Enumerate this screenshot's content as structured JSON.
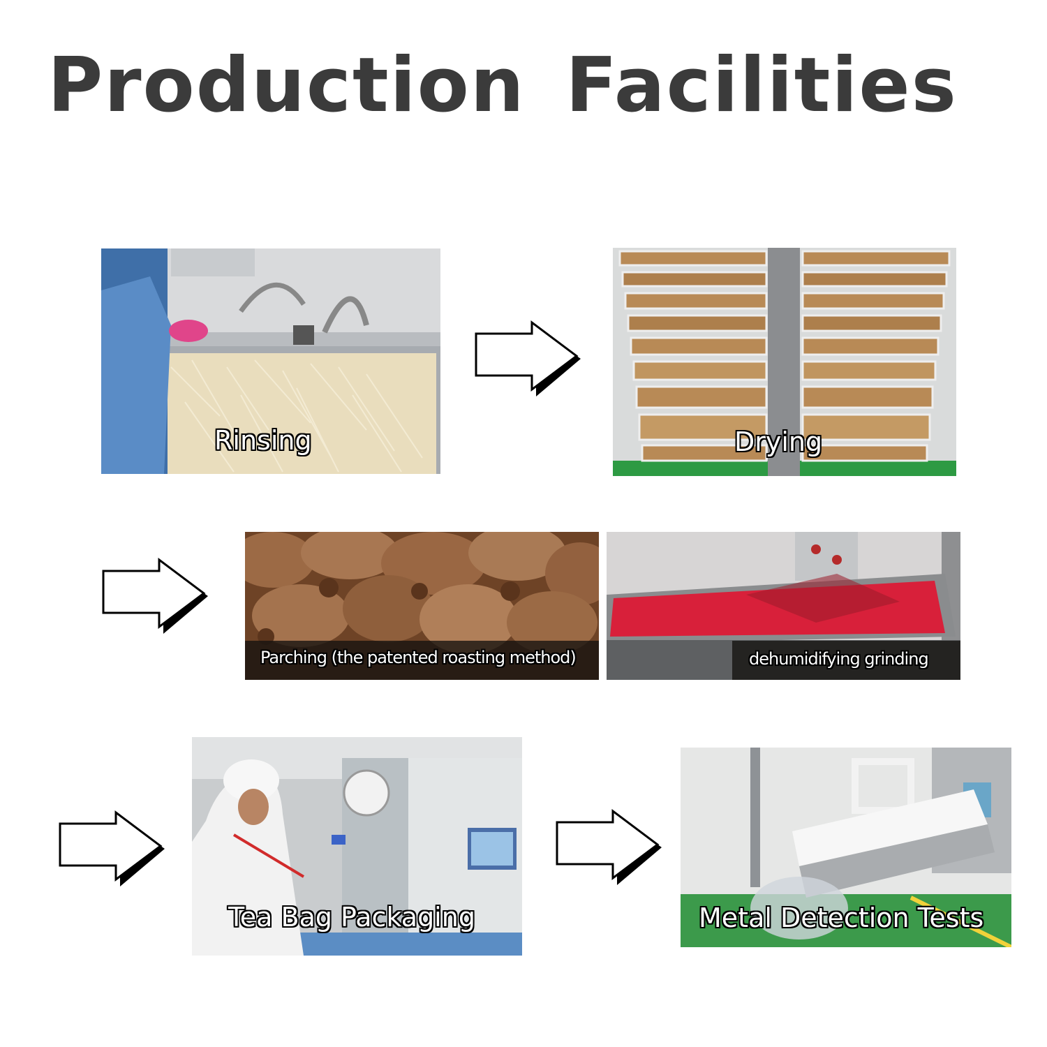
{
  "title": "Production Facilities",
  "steps": [
    {
      "label": "Rinsing"
    },
    {
      "label": "Drying"
    },
    {
      "label": "Parching (the patented roasting method)"
    },
    {
      "label": "dehumidifying grinding"
    },
    {
      "label": "Tea Bag Packaging"
    },
    {
      "label": "Metal Detection Tests"
    }
  ],
  "colors": {
    "title": "#3b3b3b",
    "arrow_fill": "#ffffff",
    "arrow_outline": "#000000",
    "caption_text": "#ffffff"
  },
  "icons": [
    "right-arrow-icon"
  ]
}
